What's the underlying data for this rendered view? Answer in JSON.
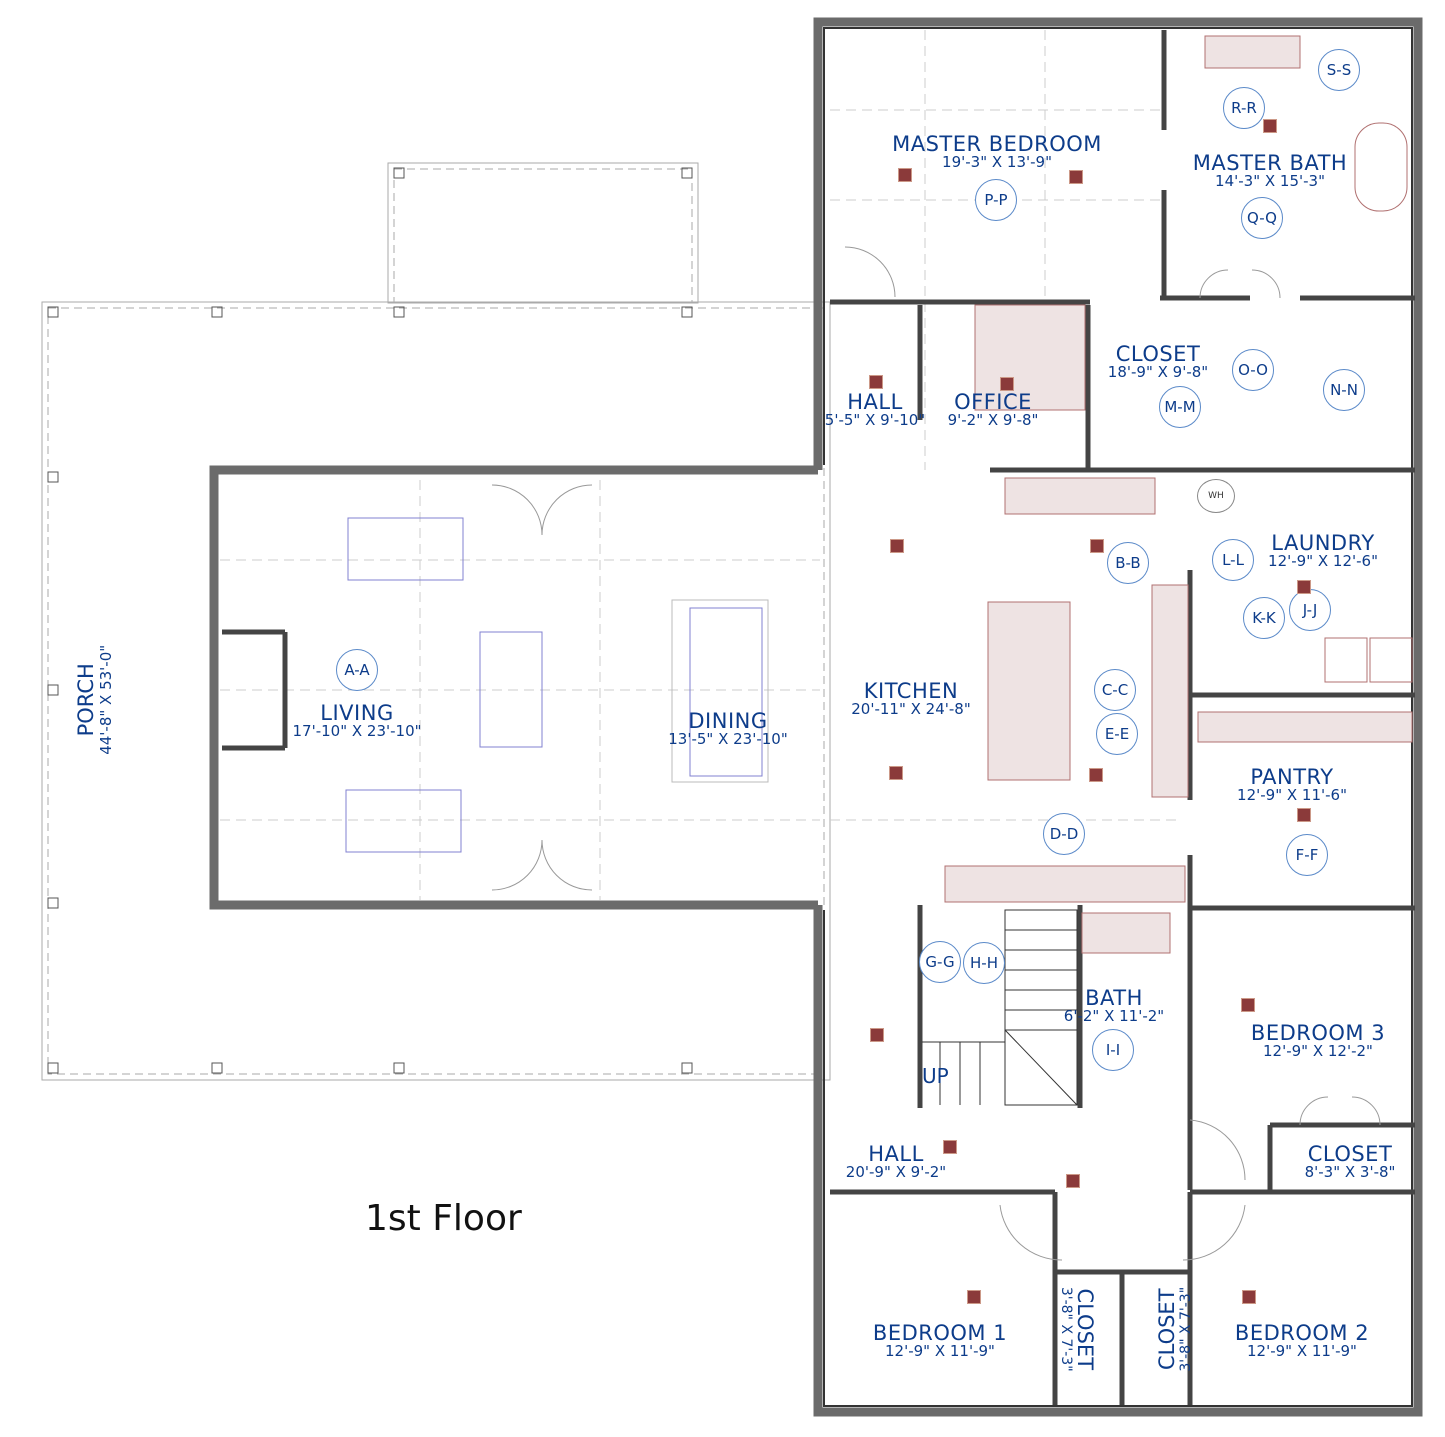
{
  "title": "1st Floor",
  "stairs_label": "UP",
  "rooms": [
    {
      "name": "MASTER BEDROOM",
      "dims": "19'-3\" X 13'-9\""
    },
    {
      "name": "MASTER BATH",
      "dims": "14'-3\" X 15'-3\""
    },
    {
      "name": "CLOSET",
      "dims": "18'-9\" X 9'-8\""
    },
    {
      "name": "HALL",
      "dims": "5'-5\" X 9'-10\""
    },
    {
      "name": "OFFICE",
      "dims": "9'-2\" X 9'-8\""
    },
    {
      "name": "LAUNDRY",
      "dims": "12'-9\" X 12'-6\""
    },
    {
      "name": "LIVING",
      "dims": "17'-10\" X 23'-10\""
    },
    {
      "name": "DINING",
      "dims": "13'-5\" X 23'-10\""
    },
    {
      "name": "KITCHEN",
      "dims": "20'-11\" X 24'-8\""
    },
    {
      "name": "PANTRY",
      "dims": "12'-9\" X 11'-6\""
    },
    {
      "name": "BATH",
      "dims": "6'-2\" X 11'-2\""
    },
    {
      "name": "BEDROOM 3",
      "dims": "12'-9\" X 12'-2\""
    },
    {
      "name": "HALL",
      "dims": "20'-9\" X 9'-2\""
    },
    {
      "name": "CLOSET",
      "dims": "8'-3\" X 3'-8\""
    },
    {
      "name": "BEDROOM 1",
      "dims": "12'-9\" X 11'-9\""
    },
    {
      "name": "BEDROOM 2",
      "dims": "12'-9\" X 11'-9\""
    }
  ],
  "vertical_rooms": [
    {
      "name": "PORCH",
      "dims": "44'-8\" X 53'-0\""
    },
    {
      "name": "CLOSET",
      "dims": "3'-8\" X 7'-3\""
    },
    {
      "name": "CLOSET",
      "dims": "3'-8\" X 7'-3\""
    }
  ],
  "markers": [
    "A-A",
    "B-B",
    "C-C",
    "D-D",
    "E-E",
    "F-F",
    "G-G",
    "H-H",
    "I-I",
    "J-J",
    "K-K",
    "L-L",
    "M-M",
    "N-N",
    "O-O",
    "P-P",
    "Q-Q",
    "R-R",
    "S-S"
  ],
  "appliances": {
    "water_heater": "WH"
  },
  "colors": {
    "wall": "#6b6b6b",
    "label": "#0d3c8a",
    "vent": "#8b3a3a",
    "cabinet": "#eee3e3"
  }
}
